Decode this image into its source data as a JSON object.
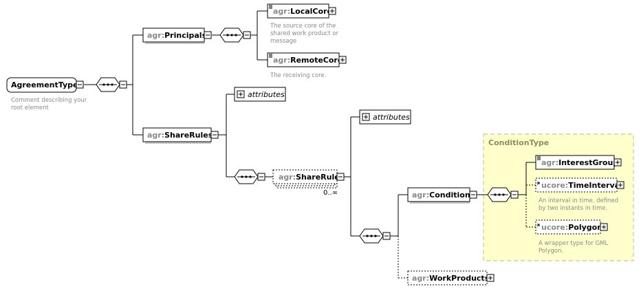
{
  "root": {
    "name": "AgreementType",
    "comment_lines": [
      "Comment describing your",
      "root element"
    ]
  },
  "principals": {
    "prefix": "agr:",
    "name": "Principals"
  },
  "local_core": {
    "prefix": "agr:",
    "name": "LocalCore",
    "note_lines": [
      "The source core of the",
      "shared work product or",
      "message"
    ]
  },
  "remote_core": {
    "prefix": "agr:",
    "name": "RemoteCore",
    "note_lines": [
      "The receiving core."
    ]
  },
  "share_rules": {
    "prefix": "agr:",
    "name": "ShareRules"
  },
  "share_rules_attributes": {
    "label": "attributes"
  },
  "share_rule": {
    "prefix": "agr:",
    "name": "ShareRule",
    "occurrence": "0..∞"
  },
  "share_rule_attributes": {
    "label": "attributes"
  },
  "condition": {
    "prefix": "agr:",
    "name": "Condition"
  },
  "condition_type": {
    "label": "ConditionType",
    "fill_color": "#ffffcc",
    "border_color": "#c8c8a0"
  },
  "interest_group": {
    "prefix": "agr:",
    "name": "InterestGroup"
  },
  "time_interval": {
    "prefix": "ucore:",
    "name": "TimeInterval",
    "note_lines": [
      "An interval in time, defined",
      "by two instants in time."
    ]
  },
  "polygon": {
    "prefix": "ucore:",
    "name": "Polygon",
    "note_lines": [
      "A wrapper type for GML",
      "Polygon."
    ]
  },
  "work_products": {
    "prefix": "agr:",
    "name": "WorkProducts"
  }
}
